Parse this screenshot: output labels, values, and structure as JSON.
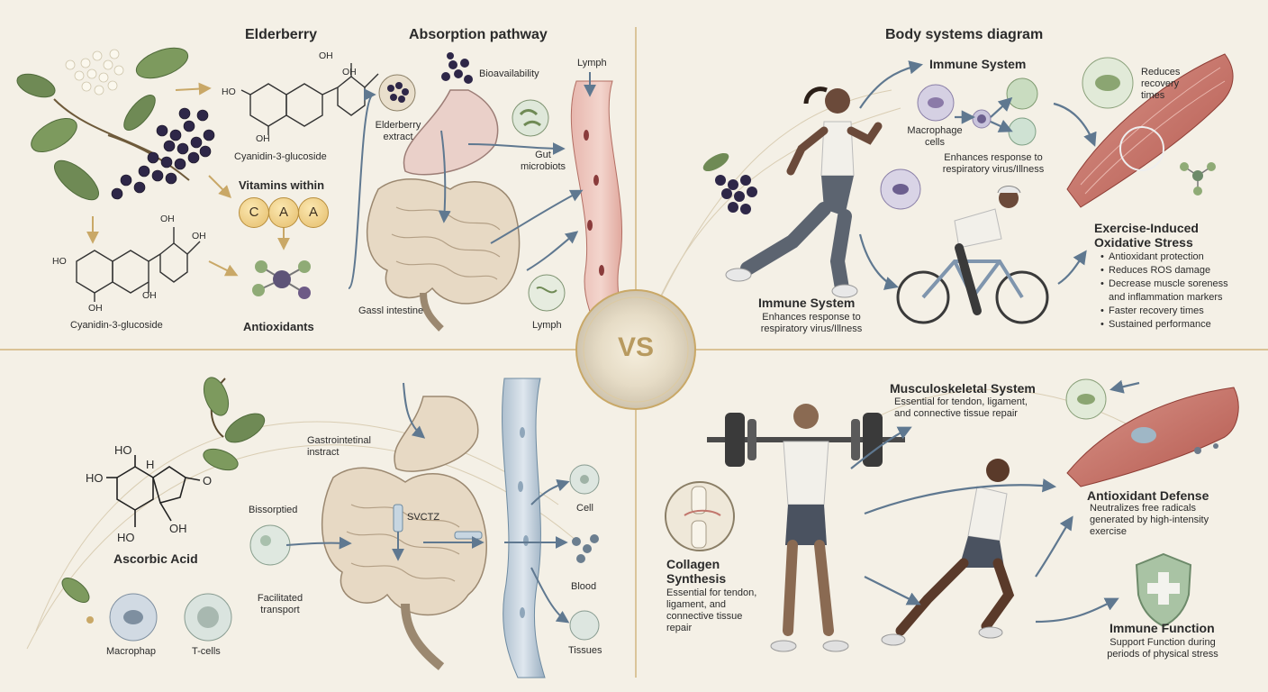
{
  "center": {
    "vs_label": "VS"
  },
  "elderberry_panel": {
    "title": "Elderberry",
    "molecule_top_label": "Cyanidin-3-glucoside",
    "molecule_bottom_label": "Cyanidin-3-glucoside",
    "vitamins_title": "Vitamins within",
    "vitamins": [
      "C",
      "A",
      "A"
    ],
    "antioxidants_label": "Antioxidants",
    "oh_labels": [
      "OH",
      "OH",
      "HO",
      "OH",
      "OH",
      "OH",
      "HO",
      "OH",
      "OH"
    ]
  },
  "absorption_panel": {
    "title": "Absorption pathway",
    "bioavailability": "Bioavailability",
    "extract_label": "Elderberry extract",
    "gut_label": "Gut microbiots",
    "intestine_label": "Gassl intestine",
    "lymph_top": "Lymph",
    "lymph_bottom": "Lymph"
  },
  "body_systems_panel": {
    "title": "Body systems diagram",
    "immune_top_title": "Immune System",
    "macrophage_label": "Macrophage cells",
    "immune_top_desc": "Enhances response to respiratory virus/Illness",
    "immune_bottom_title": "Immune System",
    "immune_bottom_desc": "Enhances response to respiratory virus/Illness",
    "recovery_label": "Reduces recovery times",
    "oxidative_title": "Exercise-Induced Oxidative Stress",
    "oxidative_bullets": [
      "Antioxidant protection",
      "Reduces ROS damage",
      "Decrease muscle soreness and inflammation markers",
      "Faster recovery times",
      "Sustained performance"
    ]
  },
  "vitamin_c_panel": {
    "molecule_label": "Ascorbic Acid",
    "absorbed_label": "Bissorptied",
    "transport_label": "Facilitated transport",
    "macrophage_label": "Macrophap",
    "tcells_label": "T-cells",
    "gi_label": "Gastrointetinal instract",
    "svct_label": "SVCTZ",
    "cell_label": "Cell",
    "blood_label": "Blood",
    "tissues_label": "Tissues",
    "mol_labels": [
      "HO",
      "H",
      "HO",
      "O",
      "OH",
      "HO"
    ]
  },
  "musculo_panel": {
    "musculo_title": "Musculoskeletal System",
    "musculo_desc": "Essential for tendon, ligament, and connective tissue repair",
    "collagen_title": "Collagen Synthesis",
    "collagen_desc": "Essential for tendon, ligament, and connective tissue repair",
    "antioxidant_title": "Antioxidant Defense",
    "antioxidant_desc": "Neutralizes free radicals generated by high-intensity exercise",
    "immune_title": "Immune Function",
    "immune_desc": "Support Function during periods of physical stress"
  },
  "colors": {
    "background": "#f4f0e6",
    "berry": "#2e2748",
    "leaf": "#6f8a55",
    "arrow": "#5f7890",
    "accent_gold": "#c9a867"
  }
}
